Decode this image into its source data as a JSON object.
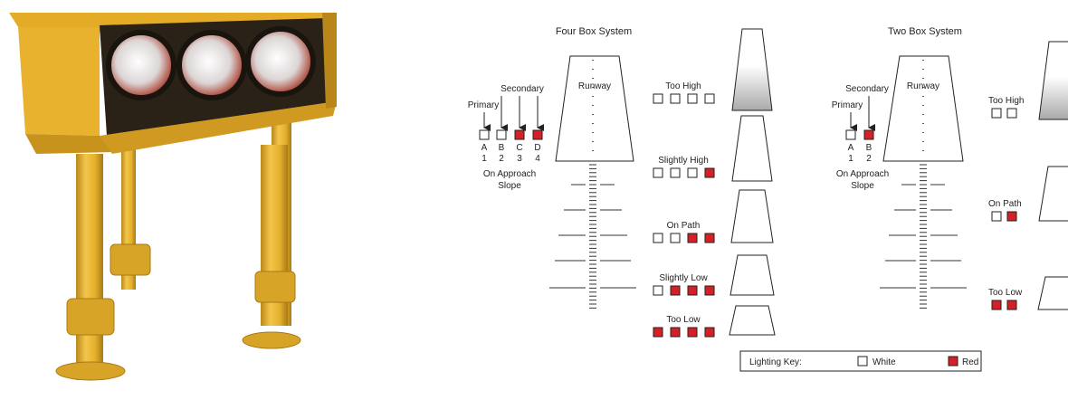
{
  "colors": {
    "red": "#d42027",
    "white": "#ffffff",
    "outline": "#222222",
    "housing": "#e8b22e",
    "housing_shadow": "#b98719",
    "lamp_glass": "#e9e6e6",
    "lamp_bezel": "#2a2216"
  },
  "photo": {
    "subject": "papi-light-unit",
    "lamp_count": 3
  },
  "four_box": {
    "title": "Four Box System",
    "runway_label": "Runway",
    "primary_label": "Primary",
    "secondary_label": "Secondary",
    "boxes": [
      {
        "letter": "A",
        "number": "1",
        "color": "white"
      },
      {
        "letter": "B",
        "number": "2",
        "color": "white"
      },
      {
        "letter": "C",
        "number": "3",
        "color": "red"
      },
      {
        "letter": "D",
        "number": "4",
        "color": "red"
      }
    ],
    "approach_line1": "On Approach",
    "approach_line2": "Slope",
    "states": [
      {
        "label": "Too High",
        "lights": [
          "white",
          "white",
          "white",
          "white"
        ]
      },
      {
        "label": "Slightly High",
        "lights": [
          "white",
          "white",
          "white",
          "red"
        ]
      },
      {
        "label": "On Path",
        "lights": [
          "white",
          "white",
          "red",
          "red"
        ]
      },
      {
        "label": "Slightly Low",
        "lights": [
          "white",
          "red",
          "red",
          "red"
        ]
      },
      {
        "label": "Too Low",
        "lights": [
          "red",
          "red",
          "red",
          "red"
        ]
      }
    ]
  },
  "two_box": {
    "title": "Two Box System",
    "runway_label": "Runway",
    "primary_label": "Primary",
    "secondary_label": "Secondary",
    "boxes": [
      {
        "letter": "A",
        "number": "1",
        "color": "white"
      },
      {
        "letter": "B",
        "number": "2",
        "color": "red"
      }
    ],
    "approach_line1": "On Approach",
    "approach_line2": "Slope",
    "states": [
      {
        "label": "Too High",
        "lights": [
          "white",
          "white"
        ]
      },
      {
        "label": "On Path",
        "lights": [
          "white",
          "red"
        ]
      },
      {
        "label": "Too Low",
        "lights": [
          "red",
          "red"
        ]
      }
    ]
  },
  "key": {
    "title": "Lighting Key:",
    "white_label": "White",
    "red_label": "Red"
  }
}
